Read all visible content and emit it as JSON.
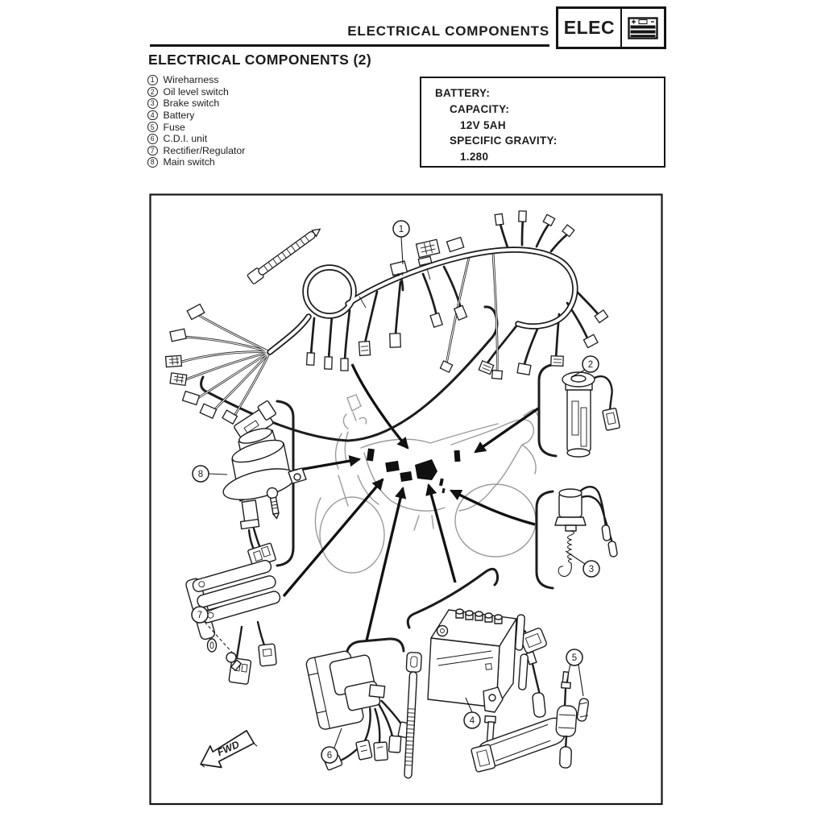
{
  "page": {
    "header": {
      "doc_title": "ELECTRICAL COMPONENTS",
      "tab": {
        "label": "ELEC",
        "icon": "battery-icon"
      }
    },
    "section": {
      "title": "ELECTRICAL COMPONENTS (2)"
    },
    "legend": {
      "items": [
        {
          "num": "1",
          "label": "Wireharness"
        },
        {
          "num": "2",
          "label": "Oil level switch"
        },
        {
          "num": "3",
          "label": "Brake switch"
        },
        {
          "num": "4",
          "label": "Battery"
        },
        {
          "num": "5",
          "label": "Fuse"
        },
        {
          "num": "6",
          "label": "C.D.I. unit"
        },
        {
          "num": "7",
          "label": "Rectifier/Regulator"
        },
        {
          "num": "8",
          "label": "Main switch"
        }
      ]
    },
    "spec_box": {
      "title": "BATTERY:",
      "rows": [
        {
          "label": "CAPACITY:",
          "value": "12V 5AH"
        },
        {
          "label": "SPECIFIC GRAVITY:",
          "value": "1.280"
        }
      ]
    },
    "diagram": {
      "fwd_label": "FWD",
      "callouts": [
        {
          "num": "1"
        },
        {
          "num": "2"
        },
        {
          "num": "3"
        },
        {
          "num": "4"
        },
        {
          "num": "5"
        },
        {
          "num": "6"
        },
        {
          "num": "7"
        },
        {
          "num": "8"
        }
      ]
    },
    "colors": {
      "ink": "#1c1c1c",
      "sketch": "#9b9b9d",
      "paper": "#ffffff"
    }
  }
}
